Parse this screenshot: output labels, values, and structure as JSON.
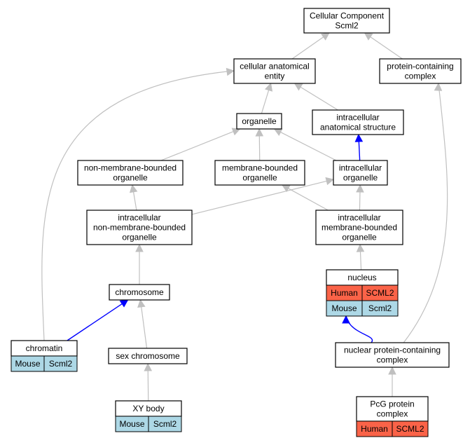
{
  "nodes": {
    "root": {
      "lines": [
        "Cellular Component",
        "Scml2"
      ]
    },
    "cae": {
      "lines": [
        "cellular anatomical",
        "entity"
      ]
    },
    "pcc": {
      "lines": [
        "protein-containing",
        "complex"
      ]
    },
    "organelle": {
      "lines": [
        "organelle"
      ]
    },
    "ias": {
      "lines": [
        "intracellular",
        "anatomical structure"
      ]
    },
    "nmbo": {
      "lines": [
        "non-membrane-bounded",
        "organelle"
      ]
    },
    "mbo": {
      "lines": [
        "membrane-bounded",
        "organelle"
      ]
    },
    "io": {
      "lines": [
        "intracellular",
        "organelle"
      ]
    },
    "inmbo": {
      "lines": [
        "intracellular",
        "non-membrane-bounded",
        "organelle"
      ]
    },
    "imbo": {
      "lines": [
        "intracellular",
        "membrane-bounded",
        "organelle"
      ]
    },
    "nucleus": {
      "lines": [
        "nucleus"
      ],
      "rows": [
        {
          "species": "Human",
          "gene": "SCML2",
          "kind": "human"
        },
        {
          "species": "Mouse",
          "gene": "Scml2",
          "kind": "mouse"
        }
      ]
    },
    "chromosome": {
      "lines": [
        "chromosome"
      ]
    },
    "chromatin": {
      "lines": [
        "chromatin"
      ],
      "rows": [
        {
          "species": "Mouse",
          "gene": "Scml2",
          "kind": "mouse"
        }
      ]
    },
    "sexchr": {
      "lines": [
        "sex chromosome"
      ]
    },
    "npcc": {
      "lines": [
        "nuclear protein-containing",
        "complex"
      ]
    },
    "xy": {
      "lines": [
        "XY body"
      ],
      "rows": [
        {
          "species": "Mouse",
          "gene": "Scml2",
          "kind": "mouse"
        }
      ]
    },
    "pcg": {
      "lines": [
        "PcG protein",
        "complex"
      ],
      "rows": [
        {
          "species": "Human",
          "gene": "SCML2",
          "kind": "human"
        }
      ]
    }
  },
  "edges": [
    {
      "from": "cae",
      "to": "root",
      "color": "gray"
    },
    {
      "from": "pcc",
      "to": "root",
      "color": "gray"
    },
    {
      "from": "organelle",
      "to": "cae",
      "color": "gray"
    },
    {
      "from": "ias",
      "to": "cae",
      "color": "gray"
    },
    {
      "from": "chromatin",
      "to": "cae",
      "color": "gray"
    },
    {
      "from": "npcc",
      "to": "pcc",
      "color": "gray"
    },
    {
      "from": "nmbo",
      "to": "organelle",
      "color": "gray"
    },
    {
      "from": "mbo",
      "to": "organelle",
      "color": "gray"
    },
    {
      "from": "io",
      "to": "organelle",
      "color": "gray"
    },
    {
      "from": "io",
      "to": "ias",
      "color": "blue"
    },
    {
      "from": "inmbo",
      "to": "nmbo",
      "color": "gray"
    },
    {
      "from": "inmbo",
      "to": "io",
      "color": "gray"
    },
    {
      "from": "imbo",
      "to": "mbo",
      "color": "gray"
    },
    {
      "from": "imbo",
      "to": "io",
      "color": "gray"
    },
    {
      "from": "nucleus",
      "to": "imbo",
      "color": "gray"
    },
    {
      "from": "chromosome",
      "to": "inmbo",
      "color": "gray"
    },
    {
      "from": "chromatin",
      "to": "chromosome",
      "color": "blue"
    },
    {
      "from": "sexchr",
      "to": "chromosome",
      "color": "gray"
    },
    {
      "from": "npcc",
      "to": "nucleus",
      "color": "blue"
    },
    {
      "from": "xy",
      "to": "sexchr",
      "color": "gray"
    },
    {
      "from": "pcg",
      "to": "npcc",
      "color": "gray"
    }
  ],
  "colors": {
    "human_cell": "#fa6348",
    "mouse_cell": "#add8e6",
    "edge_gray": "#c0c0c0",
    "edge_blue": "#0000ff"
  }
}
